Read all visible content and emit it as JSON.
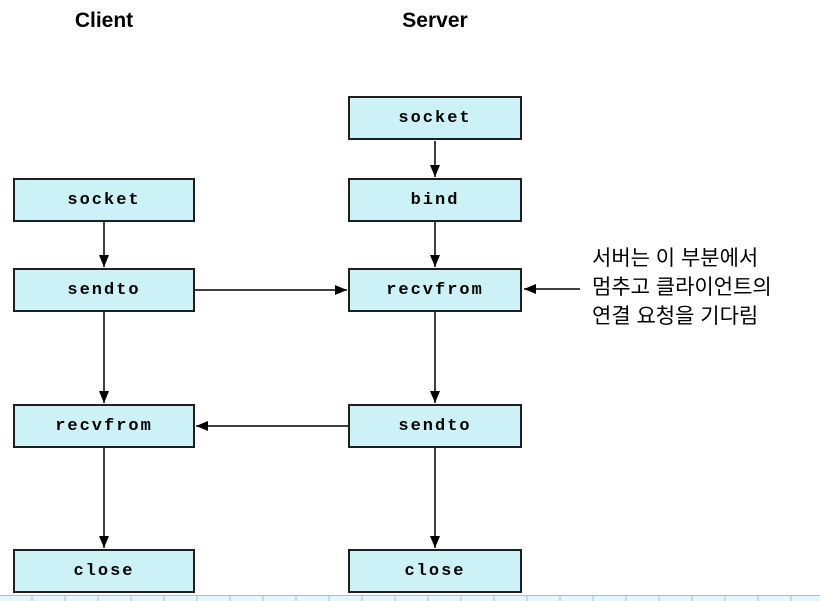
{
  "diagram": {
    "title_implicit": "UDP client-server socket flow",
    "client": {
      "header": "Client",
      "nodes": [
        {
          "label": "socket"
        },
        {
          "label": "sendto"
        },
        {
          "label": "recvfrom"
        },
        {
          "label": "close"
        }
      ]
    },
    "server": {
      "header": "Server",
      "nodes": [
        {
          "label": "socket"
        },
        {
          "label": "bind"
        },
        {
          "label": "recvfrom"
        },
        {
          "label": "sendto"
        },
        {
          "label": "close"
        }
      ]
    },
    "annotation": {
      "lines": [
        "서버는 이 부분에서",
        "멈추고 클라이언트의",
        "연결 요청을 기다림"
      ]
    },
    "colors": {
      "box_fill": "#ccf2f8",
      "box_border": "#1f1f1f",
      "arrow": "#000000",
      "strip_fill": "#e8f5fb",
      "strip_tick": "#c2dcec",
      "strip_line": "#a9bfd6"
    }
  }
}
